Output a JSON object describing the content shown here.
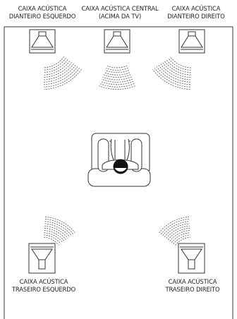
{
  "labels": {
    "front_left": {
      "line1": "CAIXA ACÚSTICA",
      "line2": "DIANTEIRO ESQUERDO"
    },
    "front_center": {
      "line1": "CAIXA ACÚSTICA CENTRAL",
      "line2": "(ACIMA DA TV)"
    },
    "front_right": {
      "line1": "CAIXA ACÚSTICA",
      "line2": "DIANTEIRO DIREITO"
    },
    "rear_left": {
      "line1": "CAIXA ACÚSTICA",
      "line2": "TRASEIRO ESQUERDO"
    },
    "rear_right": {
      "line1": "CAIXA ACÚSTICA",
      "line2": "TRASEIRO DIREITO"
    }
  },
  "colors": {
    "line": "#333333",
    "room_fill": "#f2f2f2",
    "wave": "#555555",
    "head": "#111111"
  },
  "icons": {
    "speaker": "speaker-icon",
    "sound_wave": "sound-wave-icon",
    "listener": "listener-icon"
  }
}
